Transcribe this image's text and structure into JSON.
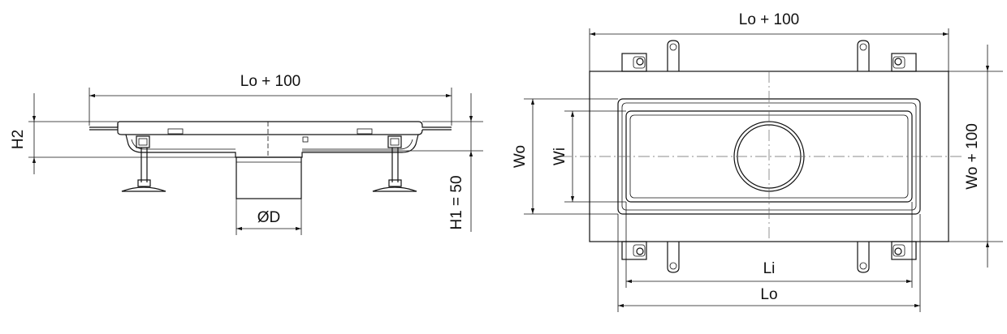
{
  "side_view": {
    "overall_length": "Lo + 100",
    "height_h2": "H2",
    "height_h1": "H1 = 50",
    "outlet_diameter": "ØD"
  },
  "top_view": {
    "overall_length": "Lo + 100",
    "overall_width": "Wo + 100",
    "outer_width": "Wo",
    "inner_width": "Wi",
    "inner_length": "Li",
    "outer_length": "Lo"
  }
}
